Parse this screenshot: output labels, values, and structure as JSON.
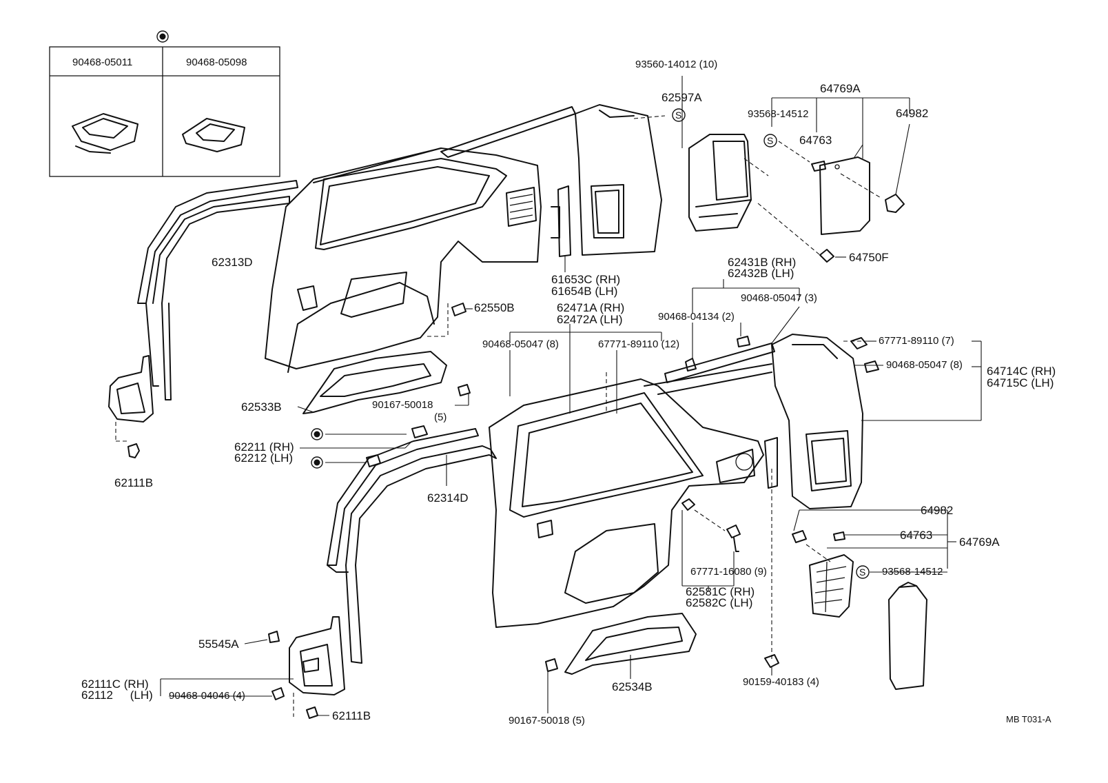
{
  "inset": {
    "col1": "90468-05011",
    "col2": "90468-05098"
  },
  "labels": {
    "p93560": "93560-14012 (10)",
    "p62597A": "62597A",
    "p64769A_top": "64769A",
    "p93568_top": "93568-14512",
    "p64763_top": "64763",
    "p64982_top": "64982",
    "p64750F": "64750F",
    "p62313D": "62313D",
    "p61653C": "61653C",
    "p61654B": "61654B",
    "p62431B": "62431B",
    "p62432B": "62432B",
    "p90468_05047_3": "90468-05047 (3)",
    "p90468_04134": "90468-04134 (2)",
    "p62471A": "62471A",
    "p62472A": "62472A",
    "p62550B": "62550B",
    "p90468_05047_8a": "90468-05047 (8)",
    "p67771_89110_12": "67771-89110 (12)",
    "p67771_89110_7": "67771-89110 (7)",
    "p90468_05047_8b": "90468-05047 (8)",
    "p64714C": "64714C",
    "p64715C": "64715C",
    "p62533B": "62533B",
    "p90167_50018_top": "90167-50018",
    "p90167_50018_top_q": "(5)",
    "p62211": "62211",
    "p62212": "62212",
    "p62111B_top": "62111B",
    "p62314D": "62314D",
    "p64982_mid": "64982",
    "p64763_mid": "64763",
    "p64769A_mid": "64769A",
    "p93568_mid": "93568-14512",
    "p67771_16080": "67771-16080 (9)",
    "p62581C": "62581C",
    "p62582C": "62582C",
    "p55545A": "55545A",
    "p62111C": "62111C",
    "p62112": "62112",
    "p90468_04046": "90468-04046 (4)",
    "p62111B_bot": "62111B",
    "p90167_50018_bot": "90167-50018 (5)",
    "p62534B": "62534B",
    "p90159_40183": "90159-40183 (4)",
    "code": "MB T031-A"
  },
  "side": {
    "rh": "(RH)",
    "lh": "(LH)"
  },
  "symbols": {
    "s": "S"
  }
}
